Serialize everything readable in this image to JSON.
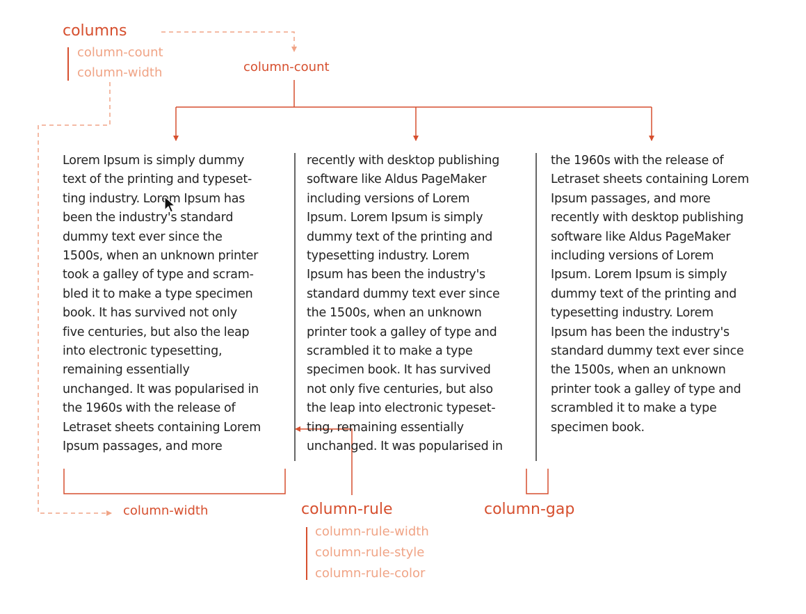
{
  "colors": {
    "accent": "#d64f2e",
    "accent_light": "#f0a486",
    "text": "#222222",
    "rule": "#333333"
  },
  "labels": {
    "columns": "columns",
    "columns_subs": [
      "column-count",
      "column-width"
    ],
    "column_count": "column-count",
    "column_width": "column-width",
    "column_rule": "column-rule",
    "column_rule_subs": [
      "column-rule-width",
      "column-rule-style",
      "column-rule-color"
    ],
    "column_gap": "column-gap"
  },
  "columns": [
    {
      "lines": [
        "Lorem Ipsum is simply dummy",
        "text of the printing and typeset-",
        "ting industry. Lorem Ipsum has",
        "been the industry's standard",
        "dummy text ever since the",
        "1500s, when an unknown printer",
        "took a galley of type and scram-",
        "bled it to make a type specimen",
        "book. It has survived not only",
        "five centuries, but also the leap",
        "into electronic typesetting,",
        "remaining essentially",
        "unchanged. It was popularised in",
        "the 1960s with the release of",
        "Letraset sheets containing Lorem",
        "Ipsum passages, and more"
      ]
    },
    {
      "lines": [
        "recently with desktop publishing",
        "software like Aldus PageMaker",
        "including versions of Lorem",
        "Ipsum. Lorem Ipsum is simply",
        "dummy text of the printing and",
        "typesetting industry. Lorem",
        "Ipsum has been the industry's",
        "standard dummy text ever since",
        "the 1500s, when an unknown",
        "printer took a galley of type and",
        "scrambled it to make a type",
        "specimen book. It has survived",
        "not only five centuries, but also",
        "the leap into electronic typeset-",
        "ting, remaining essentially",
        "unchanged. It was popularised in"
      ]
    },
    {
      "lines": [
        "the 1960s with the release of",
        "Letraset sheets containing Lorem",
        "Ipsum passages, and more",
        "recently with desktop publishing",
        "software like Aldus PageMaker",
        "including versions of Lorem",
        "Ipsum.  Lorem Ipsum is simply",
        "dummy text of the printing and",
        "typesetting industry. Lorem",
        "Ipsum has been the industry's",
        "standard dummy text ever since",
        "the 1500s, when an unknown",
        "printer took a galley of type and",
        "scrambled it to make a type",
        "specimen book."
      ]
    }
  ]
}
